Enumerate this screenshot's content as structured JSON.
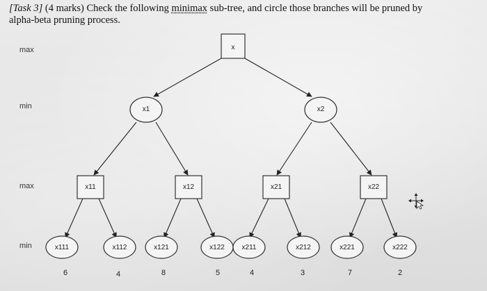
{
  "task": {
    "title": "[Task 3]",
    "marks": "(4 marks) Check the following",
    "minimax": "minimax",
    "rest": "sub-tree, and circle those branches will be pruned by",
    "line2": "alpha-beta pruning process."
  },
  "levels": [
    "max",
    "min",
    "max",
    "min"
  ],
  "nodes": {
    "x": "x",
    "x1": "x1",
    "x2": "x2",
    "x11": "x11",
    "x12": "x12",
    "x21": "x21",
    "x22": "x22",
    "x111": "x111",
    "x112": "x112",
    "x121": "x121",
    "x122": "x122",
    "x211": "x211",
    "x212": "x212",
    "x221": "x221",
    "x222": "x222"
  },
  "leaf_values": [
    "6",
    "4",
    "8",
    "5",
    "4",
    "3",
    "7",
    "2"
  ]
}
